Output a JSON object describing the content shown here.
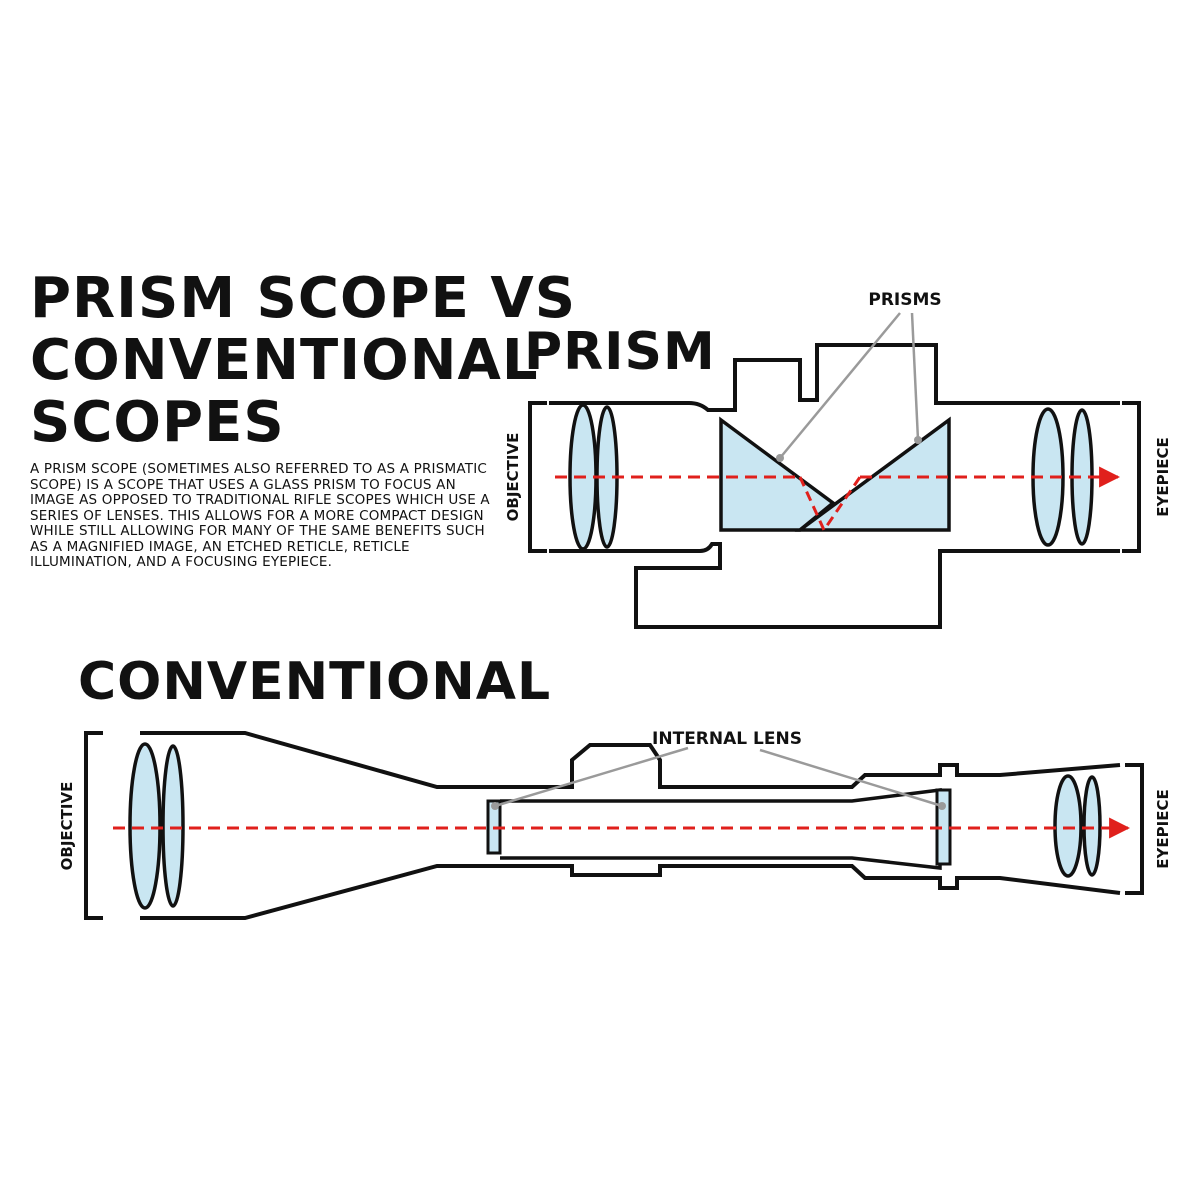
{
  "title": {
    "line1": "PRISM SCOPE VS",
    "line2": "CONVENTIONAL",
    "line3": "SCOPES"
  },
  "description": "A PRISM SCOPE (SOMETIMES ALSO REFERRED TO AS A PRISMATIC SCOPE) IS A SCOPE THAT USES A GLASS PRISM TO FOCUS AN IMAGE AS OPPOSED TO TRADITIONAL RIFLE SCOPES WHICH USE A SERIES OF LENSES. THIS ALLOWS FOR A MORE COMPACT DESIGN WHILE STILL ALLOWING FOR MANY OF THE SAME BENEFITS SUCH AS A MAGNIFIED IMAGE, AN ETCHED RETICLE, RETICLE ILLUMINATION, AND A FOCUSING EYEPIECE.",
  "prism": {
    "heading": "PRISM",
    "prisms_label": "PRISMS",
    "objective_label": "OBJECTIVE",
    "eyepiece_label": "EYEPIECE"
  },
  "conventional": {
    "heading": "CONVENTIONAL",
    "internal_lens_label": "INTERNAL LENS",
    "objective_label": "OBJECTIVE",
    "eyepiece_label": "EYEPIECE"
  },
  "colors": {
    "outline": "#111111",
    "glass": "#c9e6f2",
    "light_path": "#e0201c",
    "leader": "#9a9a9a"
  }
}
